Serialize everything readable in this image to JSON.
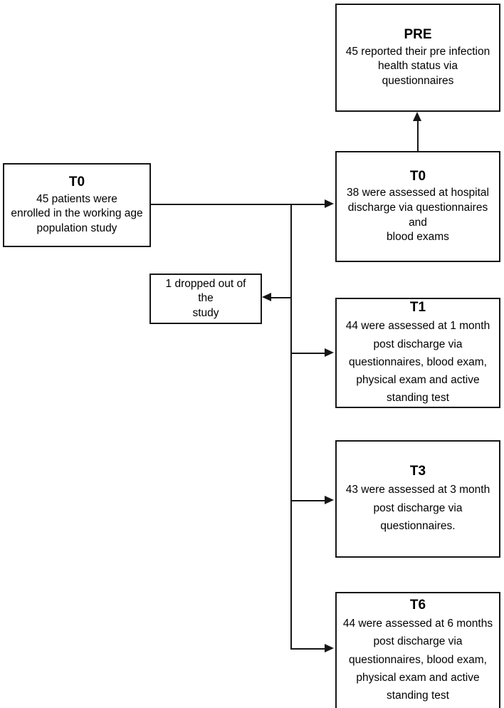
{
  "diagram": {
    "title": "Study participant flow diagram",
    "colors": {
      "stroke": "#161616",
      "background": "#ffffff",
      "text": "#000000"
    },
    "nodes": {
      "pre": {
        "title": "PRE",
        "body": "45 reported their pre infection\nhealth status via questionnaires"
      },
      "t0_left": {
        "title": "T0",
        "body": "45 patients were\nenrolled in the working age\npopulation study"
      },
      "t0_right": {
        "title": "T0",
        "body": "38 were assessed at hospital\ndischarge via questionnaires and\nblood exams"
      },
      "dropout": {
        "title": "",
        "body": "1 dropped out of the\nstudy"
      },
      "t1": {
        "title": "T1",
        "body": "44 were assessed at 1 month\npost discharge via\nquestionnaires, blood exam,\nphysical exam and active\nstanding test"
      },
      "t3": {
        "title": "T3",
        "body": "43 were assessed at 3 month\npost discharge via\nquestionnaires."
      },
      "t6": {
        "title": "T6",
        "body": "44 were assessed at 6 months\npost discharge via\nquestionnaires, blood exam,\nphysical exam and active\nstanding test"
      }
    },
    "connectors": {
      "t0_left_to_spine": "T0 enrollment to timeline spine",
      "spine_to_t0_right": "to T0 discharge assessment",
      "spine_to_dropout": "to dropped out of study",
      "spine_to_t1": "to T1 assessment",
      "spine_to_t3": "to T3 assessment",
      "spine_to_t6": "to T6 assessment",
      "t0_right_to_pre": "to PRE questionnaire"
    }
  }
}
